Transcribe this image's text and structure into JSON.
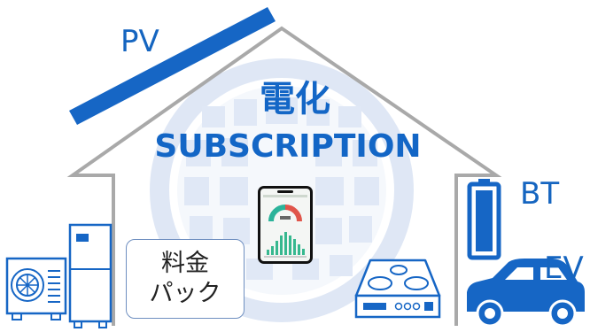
{
  "labels": {
    "pv": "PV",
    "bt": "BT",
    "ev": "EV"
  },
  "title": {
    "line1": "電化",
    "line2": "SUBSCRIPTION"
  },
  "package_box": {
    "line1": "料金",
    "line2": "パック"
  },
  "colors": {
    "blue": "#1666c5",
    "globe": "#c7d6ee",
    "house": "#a9a9a9"
  },
  "icons": [
    "solar-panel-icon",
    "globe-icon",
    "smartphone-app-icon",
    "heat-pump-icon",
    "water-heater-icon",
    "induction-stove-icon",
    "battery-icon",
    "car-icon"
  ]
}
